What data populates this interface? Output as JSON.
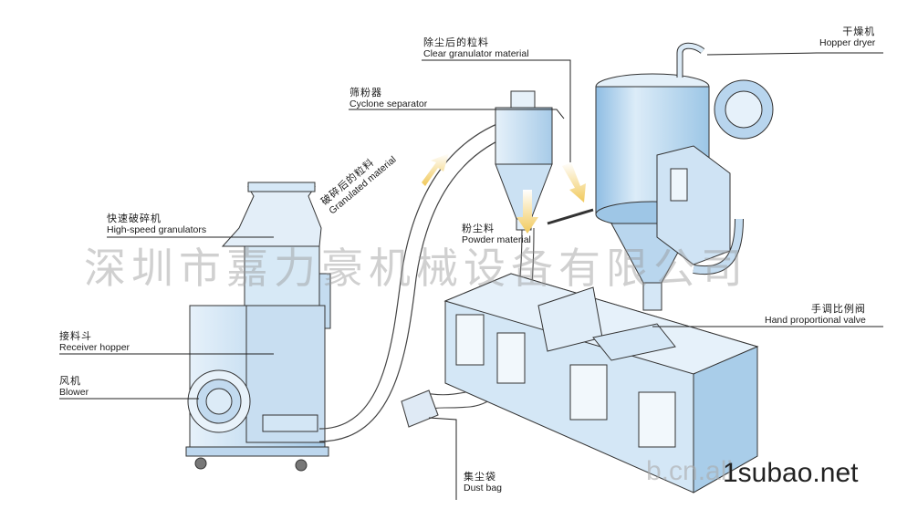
{
  "labels": {
    "hopper_dryer": {
      "zh": "干燥机",
      "en": "Hopper dryer"
    },
    "clear_granulator": {
      "zh": "除尘后的粒料",
      "en": "Clear granulator material"
    },
    "cyclone": {
      "zh": "筛粉器",
      "en": "Cyclone separator"
    },
    "granulated": {
      "zh": "破碎后的粒料",
      "en": "Granulated material"
    },
    "powder": {
      "zh": "粉尘料",
      "en": "Powder material"
    },
    "granulators": {
      "zh": "快速破碎机",
      "en": "High-speed granulators"
    },
    "receiver": {
      "zh": "接料斗",
      "en": "Receiver hopper"
    },
    "blower": {
      "zh": "风机",
      "en": "Blower"
    },
    "valve": {
      "zh": "手调比例阀",
      "en": "Hand proportional valve"
    },
    "dust_bag": {
      "zh": "集尘袋",
      "en": "Dust bag"
    }
  },
  "watermark": {
    "company": "深圳市嘉力豪机械设备有限公司",
    "site_prefix": "b.cn.ali",
    "site_main": "1subao.net"
  },
  "colors": {
    "machine_fill": "#cfe4f4",
    "machine_dark": "#a9cde9",
    "outline": "#333333",
    "arrow": "#f1c95a"
  }
}
